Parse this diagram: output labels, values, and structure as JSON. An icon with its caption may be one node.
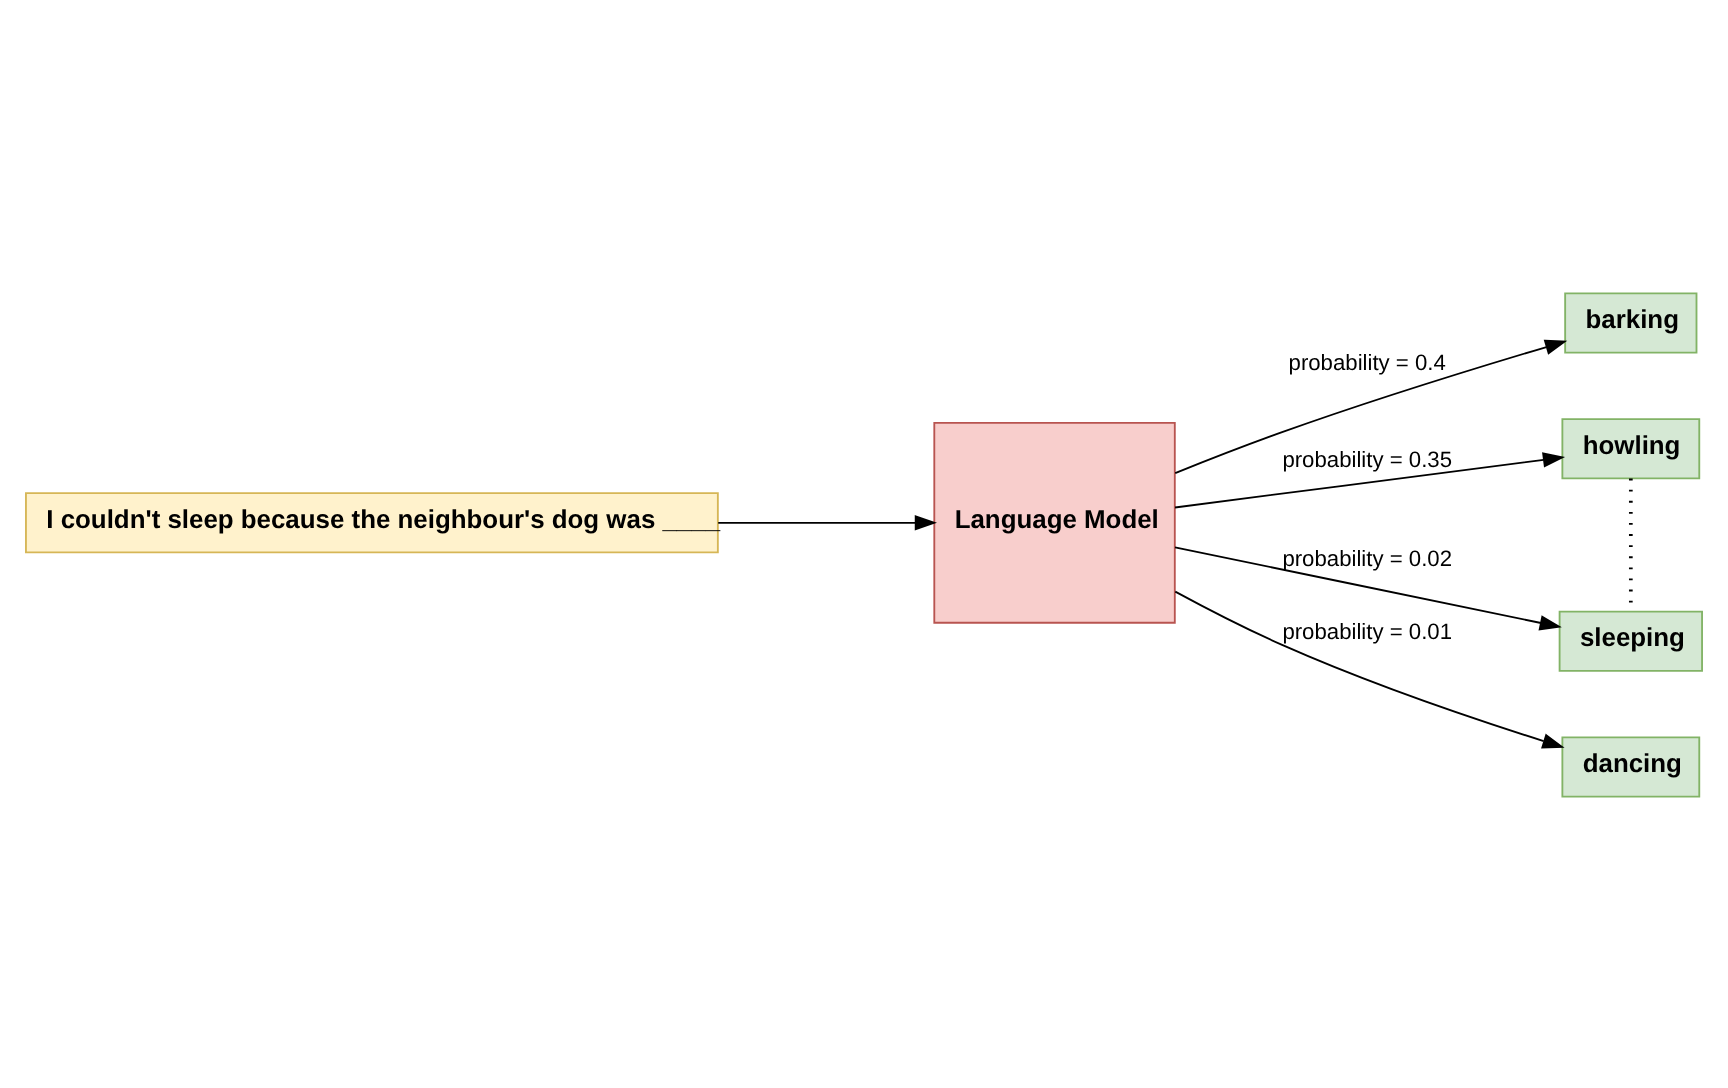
{
  "diagram": {
    "nodes": [
      {
        "text": [
          "I couldn't sleep because the neighbour's dog was ____"
        ]
      },
      {
        "text": [
          "Language Model"
        ]
      },
      {
        "text": [
          "barking"
        ]
      },
      {
        "text": [
          "howling"
        ]
      },
      {
        "text": [
          "sleeping"
        ]
      },
      {
        "text": [
          "dancing"
        ]
      }
    ],
    "edges": [
      {
        "from": 0,
        "to": 1,
        "arrow": "to"
      },
      {
        "from": 1,
        "to": 2,
        "arrow": "to",
        "label": "probability = 0.4"
      },
      {
        "from": 1,
        "to": 3,
        "arrow": "to",
        "label": "probability = 0.35"
      },
      {
        "from": 1,
        "to": 4,
        "arrow": "to",
        "label": "probability = 0.02"
      },
      {
        "from": 1,
        "to": 5,
        "arrow": "to",
        "label": "probability = 0.01"
      },
      {
        "from": 3,
        "to": 4,
        "arrow": "none",
        "style": "dashed"
      }
    ]
  }
}
